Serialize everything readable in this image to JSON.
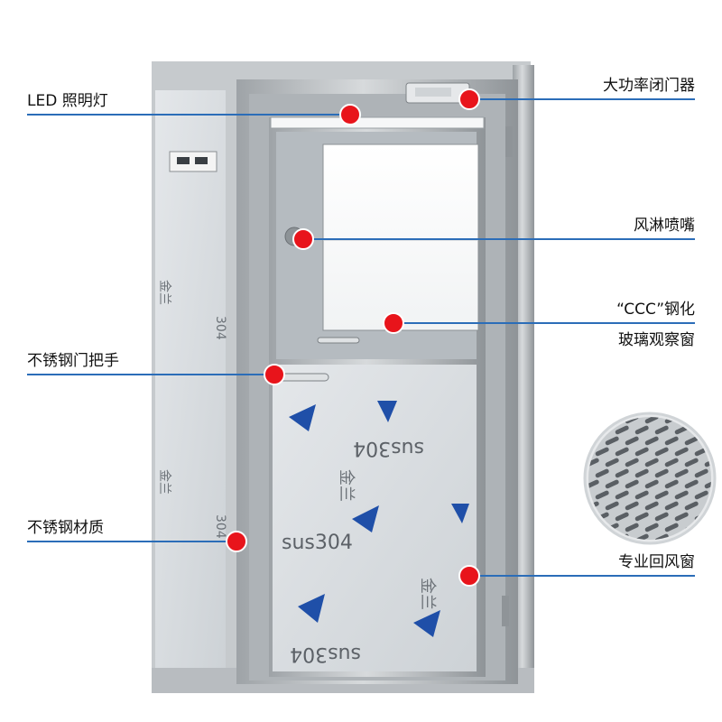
{
  "callouts": {
    "led_light": "LED 照明灯",
    "door_closer": "大功率闭门器",
    "nozzle": "风淋喷嘴",
    "glass_window_line1": "“CCC”钢化",
    "glass_window_line2": "玻璃观察窗",
    "door_handle": "不锈钢门把手",
    "material": "不锈钢材质",
    "return_air_window": "专业回风窗"
  },
  "film_print": {
    "brand_mark": "金兰",
    "grade": "sus304",
    "grade_vertical": "304"
  },
  "colors": {
    "marker": "#e8141b",
    "line": "#2b6db8",
    "steel": "#bcc1c5",
    "film": "#d9dde1",
    "logo_blue": "#1f4fa8"
  }
}
